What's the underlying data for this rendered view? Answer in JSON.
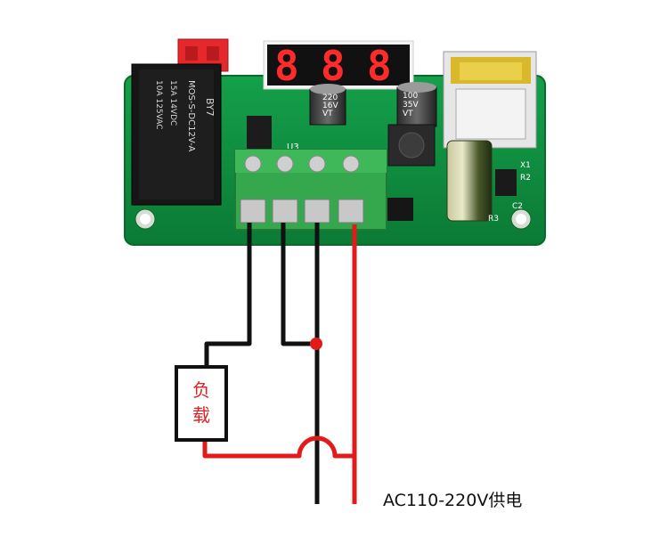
{
  "relay": {
    "brand": "BY7",
    "model": "MOS-S-DC12V-A",
    "ratings": [
      "15A  14VDC",
      "10A  125VAC"
    ]
  },
  "display": {
    "digits": [
      "8",
      "8",
      "8"
    ]
  },
  "capacitors": {
    "cap1": [
      "220",
      "16V",
      "VT"
    ],
    "cap2": [
      "100",
      "35V",
      "VT"
    ]
  },
  "silkscreen": {
    "u3": "U3",
    "x1": "X1",
    "r2": "R2",
    "r3": "R3",
    "c2": "C2"
  },
  "load_label": "负载",
  "power_label": "AC110-220V供电",
  "colors": {
    "pcb": "#0e8a3e",
    "terminal": "#2fa44a",
    "wire_black": "#111111",
    "wire_red": "#e21a1a",
    "label_red": "#e22222",
    "segment": "#ff2a2a"
  }
}
